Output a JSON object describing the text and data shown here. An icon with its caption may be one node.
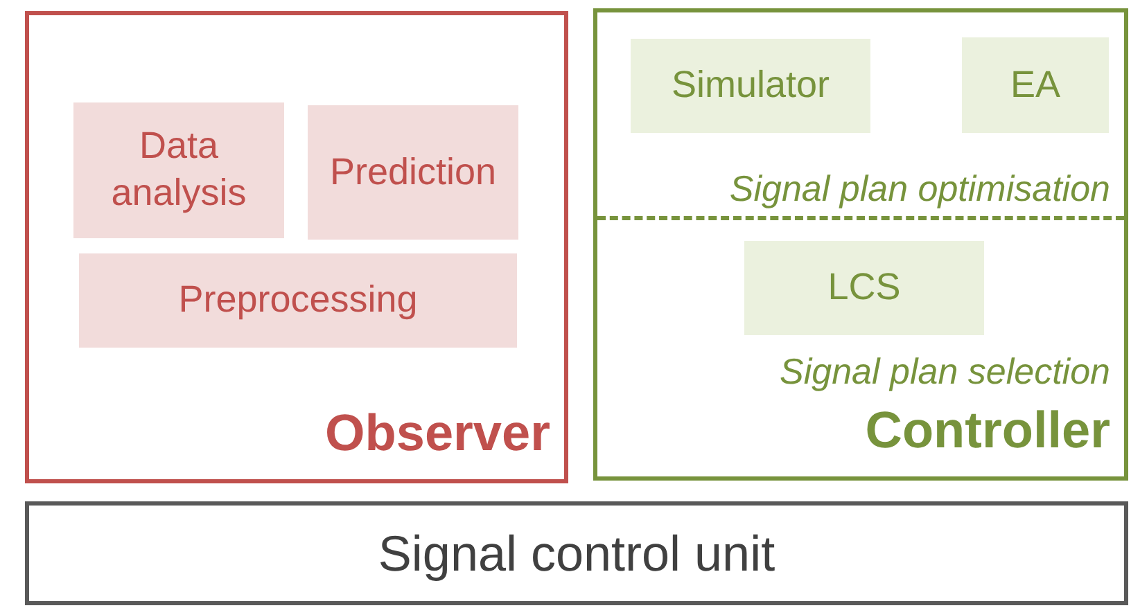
{
  "diagram": {
    "nodes": [
      {
        "text": [
          "Observer"
        ]
      },
      {
        "text": [
          "Data analysis"
        ],
        "in": 0
      },
      {
        "text": [
          "Prediction"
        ],
        "in": 0
      },
      {
        "text": [
          "Preprocessing"
        ],
        "in": 0
      },
      {
        "text": [
          "Controller"
        ]
      },
      {
        "text": [
          "Signal plan optimisation"
        ],
        "in": 4
      },
      {
        "text": [
          "Simulator"
        ],
        "in": 5
      },
      {
        "text": [
          "EA"
        ],
        "in": 5
      },
      {
        "text": [
          "Signal plan selection"
        ],
        "in": 4
      },
      {
        "text": [
          "LCS"
        ],
        "in": 8
      },
      {
        "text": [
          "Signal control unit"
        ]
      }
    ]
  }
}
